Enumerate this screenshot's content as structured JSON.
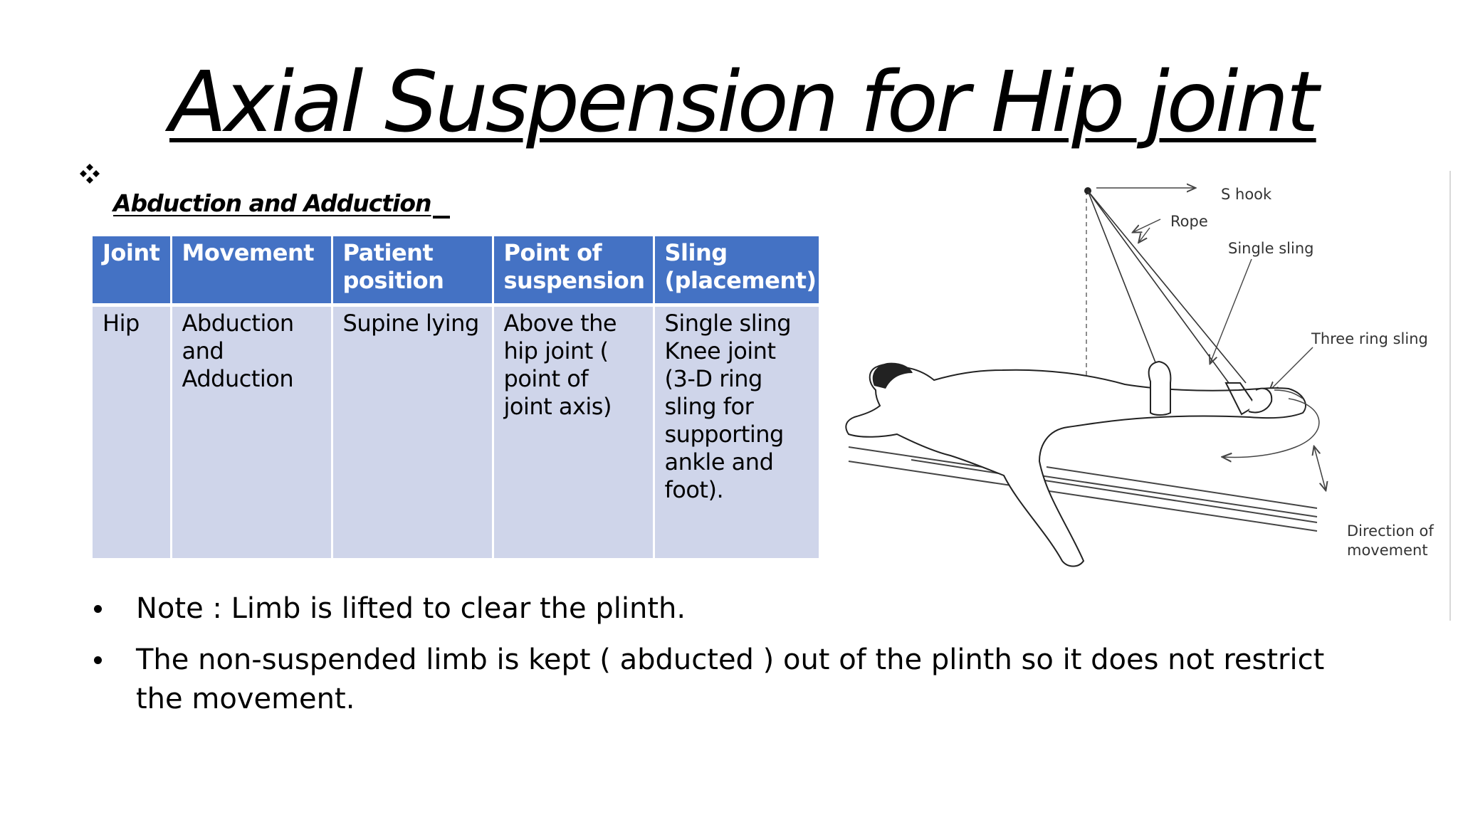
{
  "title": "Axial Suspension for Hip joint",
  "subheading": "Abduction and Adduction",
  "table": {
    "headers": [
      "Joint",
      "Movement",
      "Patient position",
      "Point of suspension",
      "Sling (placement)"
    ],
    "rows": [
      [
        "Hip",
        "Abduction and Adduction",
        "Supine lying",
        "Above the hip joint ( point of joint axis)",
        "Single sling Knee joint (3-D ring sling for supporting ankle and foot)."
      ]
    ]
  },
  "notes": [
    "Note : Limb is lifted to clear the plinth.",
    "The non-suspended limb is kept ( abducted ) out of the plinth so it does not restrict the movement."
  ],
  "diagram": {
    "labels": {
      "s_hook": "S hook",
      "rope": "Rope",
      "single_sling": "Single sling",
      "three_ring_sling": "Three ring sling",
      "direction_line1": "Direction of",
      "direction_line2": "movement"
    }
  },
  "colors": {
    "header_bg": "#4472c4",
    "cell_bg": "#cfd5ea"
  }
}
